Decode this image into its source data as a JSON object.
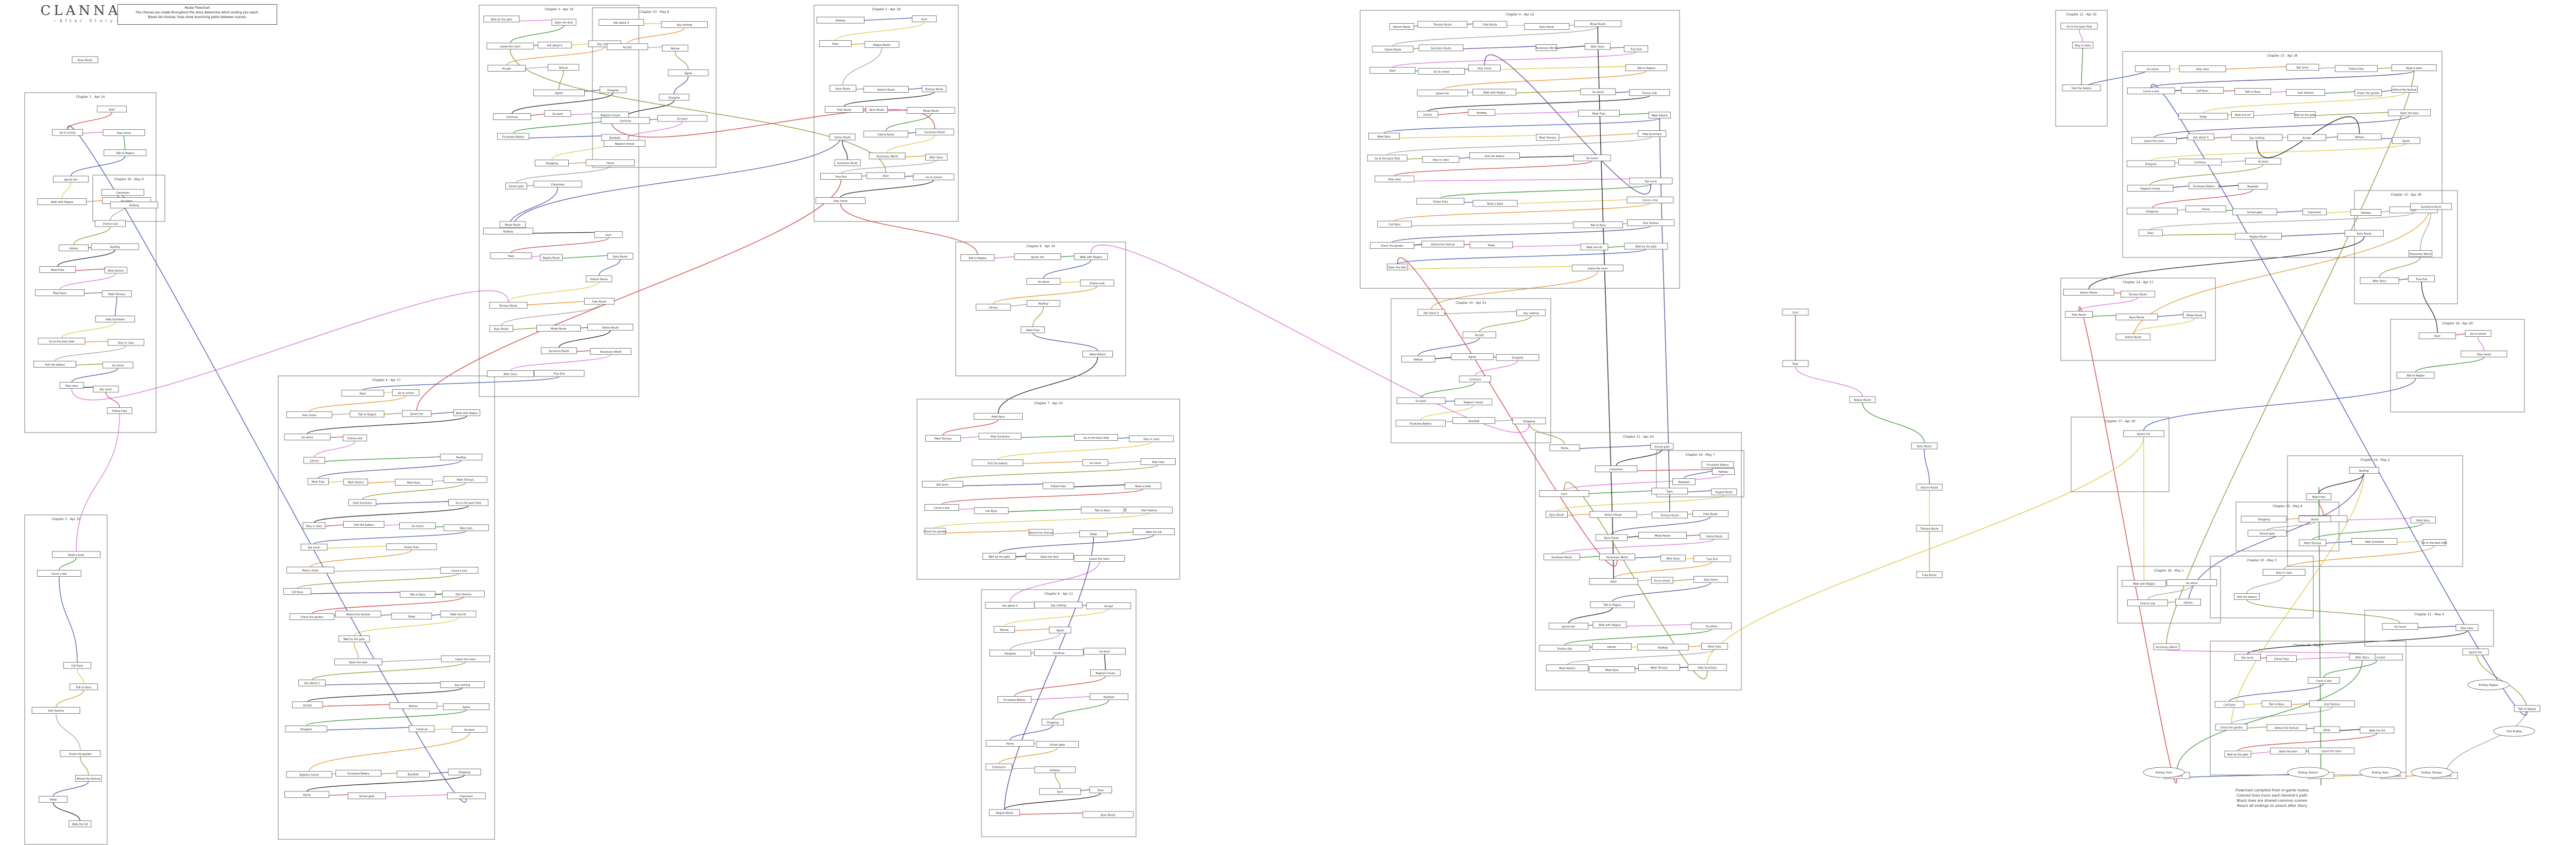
{
  "header": {
    "logo_word": "CLANNAD",
    "logo_sub": "~After Story~",
    "note_title": "Route Flowchart",
    "note_body": "The choices you made throughout the story determine which ending you reach.",
    "note_hint": "Boxes list choices; lines show branching paths between scenes."
  },
  "diagram": {
    "groups": [
      {
        "label": "Chapter 1 - Apr 14"
      },
      {
        "label": "Chapter 2 - Apr 15"
      },
      {
        "label": "Chapter 3 - Apr 16"
      },
      {
        "label": "Chapter 4 - Apr 17"
      },
      {
        "label": "Chapter 5 - Apr 18"
      },
      {
        "label": "Chapter 6 - Apr 19"
      },
      {
        "label": "Chapter 7 - Apr 20"
      },
      {
        "label": "Chapter 8 - Apr 21"
      },
      {
        "label": "Chapter 9 - Apr 22"
      },
      {
        "label": "Chapter 10 - Apr 23"
      },
      {
        "label": "Chapter 11 - Apr 24"
      },
      {
        "label": "Chapter 12 - Apr 25"
      },
      {
        "label": "Chapter 13 - Apr 26"
      },
      {
        "label": "Chapter 14 - Apr 27"
      },
      {
        "label": "Chapter 15 - Apr 28"
      },
      {
        "label": "Chapter 16 - Apr 29"
      },
      {
        "label": "Chapter 17 - Apr 30"
      },
      {
        "label": "Chapter 18 - May 1"
      },
      {
        "label": "Chapter 19 - May 2"
      },
      {
        "label": "Chapter 20 - May 3"
      },
      {
        "label": "Chapter 21 - May 4"
      },
      {
        "label": "Chapter 22 - May 5"
      },
      {
        "label": "Chapter 23 - May 6"
      },
      {
        "label": "Chapter 24 - May 7"
      },
      {
        "label": "Chapter 25 - May 8"
      },
      {
        "label": "Chapter 26 - May 9"
      }
    ],
    "nodes": [
      "Start",
      "Go to school",
      "Stay home",
      "Talk to Nagisa",
      "Ignore her",
      "Walk with Nagisa",
      "Go alone",
      "Drama club",
      "Library",
      "Rooftop",
      "Meet Fuko",
      "Meet Kotomi",
      "Meet Kyou",
      "Meet Tomoyo",
      "Help Sunohara",
      "Go to the back field",
      "Stay in class",
      "Visit the bakery",
      "Go home",
      "Skip class",
      "Eat lunch",
      "Follow Fuko",
      "Read a book",
      "Carve a star",
      "Call Kyou",
      "Talk to Ryou",
      "Visit Yoshino",
      "Check the garden",
      "Attend the festival",
      "Sleep",
      "Walk the hill",
      "Wait by the gate",
      "Open the door",
      "Leave the room",
      "Ask about it",
      "Say nothing",
      "Accept",
      "Refuse",
      "Agree",
      "Disagree",
      "Continue",
      "Go back",
      "Nagisa's house",
      "Furukawa Bakery",
      "Baseball",
      "Shopping",
      "Home",
      "School gate",
      "Classroom",
      "Hallway",
      "Gym",
      "Town",
      "Nagisa Route",
      "Kyou Route",
      "Kotomi Route",
      "Tomoyo Route",
      "Fuko Route",
      "Ryou Route",
      "Misae Route",
      "Yukine Route",
      "Sunohara Route",
      "Illusionary World",
      "After Story",
      "True End"
    ],
    "endings": [
      "Ending: Nagisa",
      "Ending: Fuko",
      "Ending: Kotomi",
      "Ending: Kyou",
      "Ending: Tomoyo",
      "True Ending"
    ]
  },
  "credits": {
    "line1": "Flowchart compiled from in-game routes",
    "line2": "Colored lines trace each heroine's path",
    "line3": "Black lines are shared common scenes",
    "line4": "Reach all endings to unlock After Story"
  },
  "colors": {
    "box_stroke": "#555555",
    "group_stroke": "#777777",
    "line_black": "#111111",
    "line_green": "#2e8b2e",
    "line_orange": "#e08a1e",
    "line_purple": "#5b3a8c",
    "line_pink": "#d86ad8",
    "line_yellow": "#d8c43a",
    "line_olive": "#8a8f2a",
    "line_red": "#c83a3a",
    "line_blue": "#3a4fa8",
    "line_grey": "#999999"
  }
}
